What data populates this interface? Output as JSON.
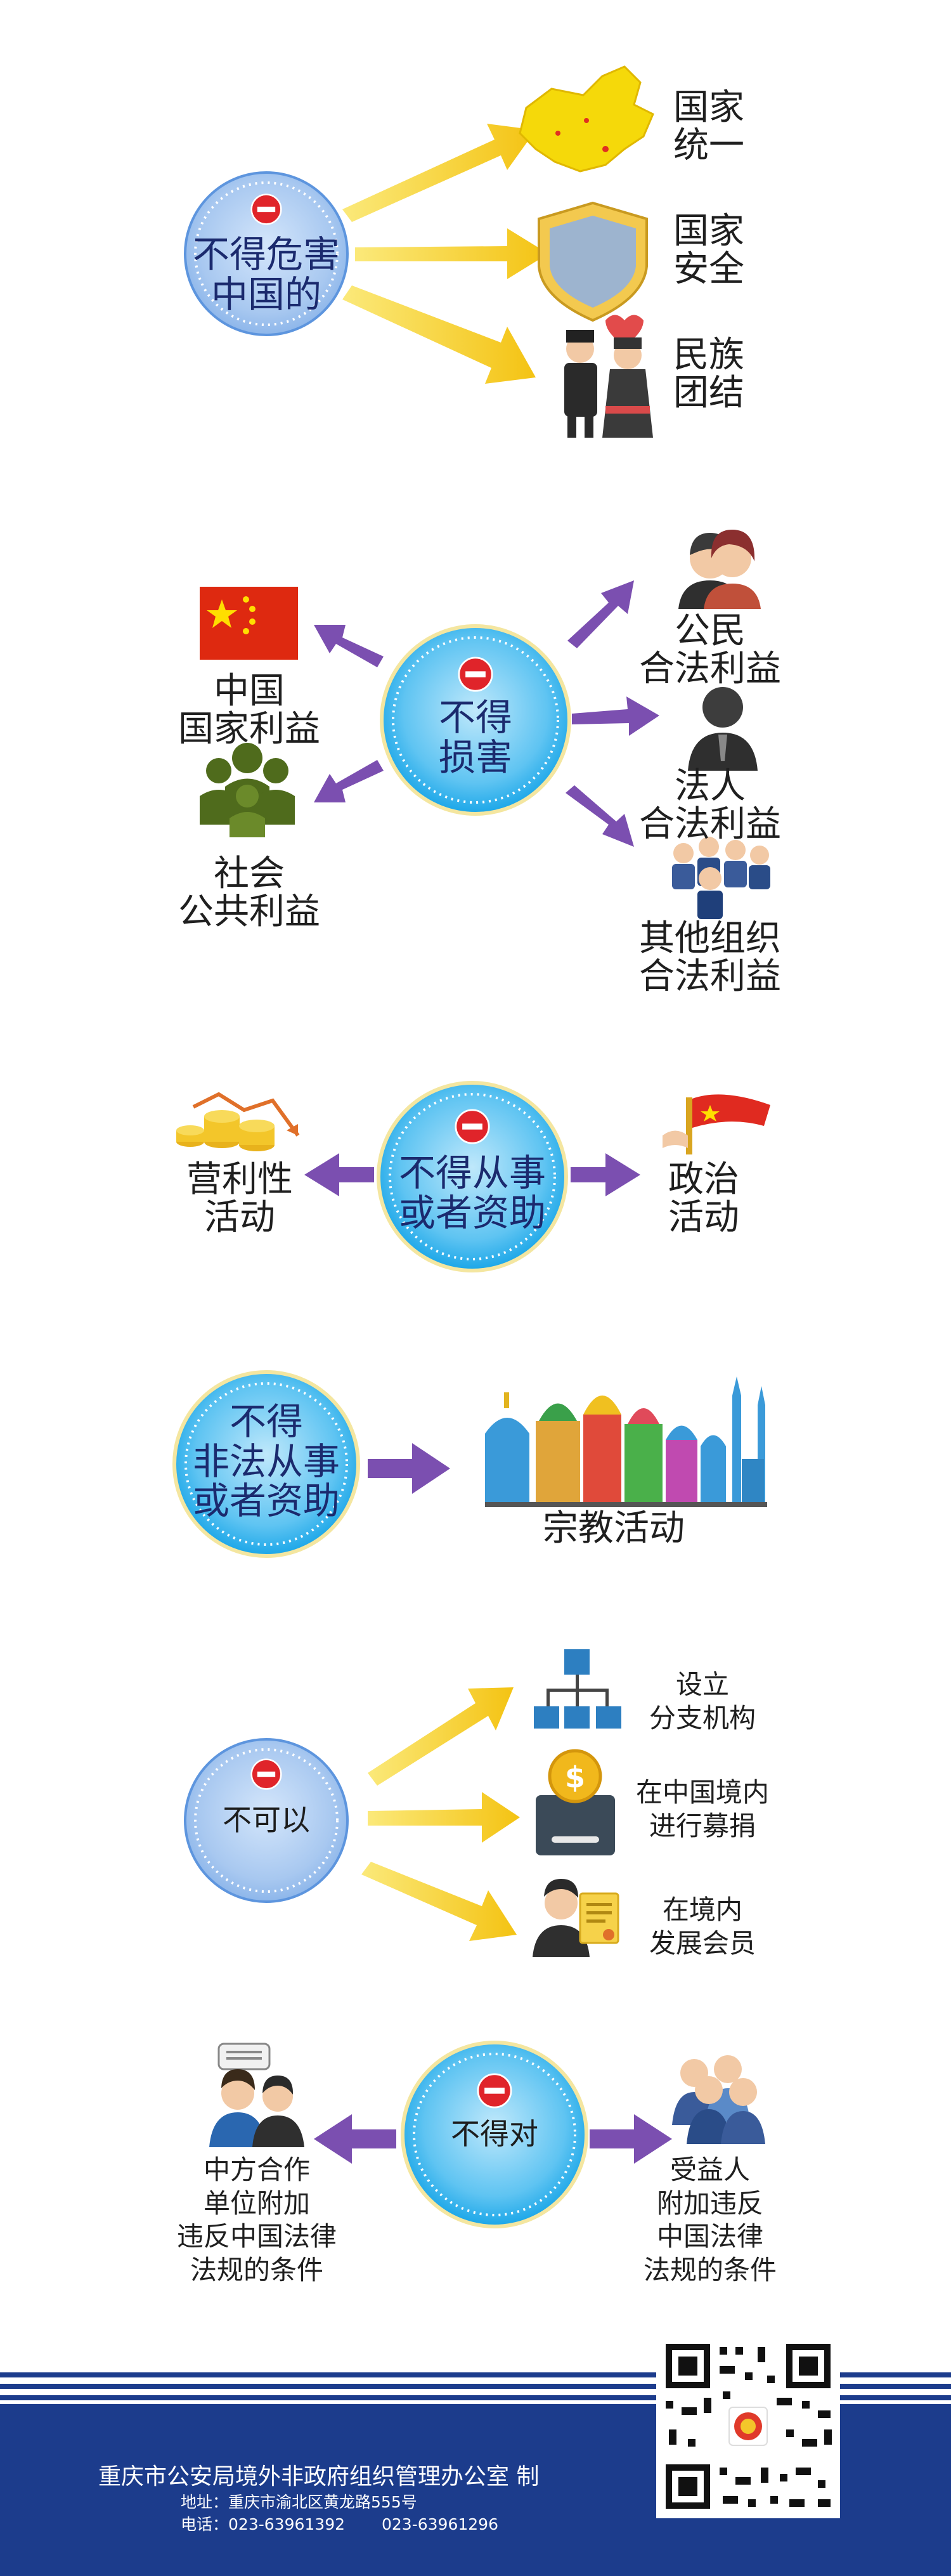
{
  "sections": [
    {
      "center": {
        "lines": [
          "不得危害",
          "中国的"
        ]
      },
      "targets": [
        {
          "lines": [
            "国家",
            "统一"
          ],
          "icon": "china-map-icon"
        },
        {
          "lines": [
            "国家",
            "安全"
          ],
          "icon": "shield-icon"
        },
        {
          "lines": [
            "民族",
            "团结"
          ],
          "icon": "ethnic-couple-icon"
        }
      ]
    },
    {
      "center": {
        "lines": [
          "不得",
          "损害"
        ]
      },
      "left_targets": [
        {
          "lines": [
            "中国",
            "国家利益"
          ],
          "icon": "china-flag-icon"
        },
        {
          "lines": [
            "社会",
            "公共利益"
          ],
          "icon": "crowd-icon"
        }
      ],
      "right_targets": [
        {
          "lines": [
            "公民",
            "合法利益"
          ],
          "icon": "citizens-icon"
        },
        {
          "lines": [
            "法人",
            "合法利益"
          ],
          "icon": "businessman-icon"
        },
        {
          "lines": [
            "其他组织",
            "合法利益"
          ],
          "icon": "team-icon"
        }
      ]
    },
    {
      "center": {
        "lines": [
          "不得从事",
          "或者资助"
        ]
      },
      "left_target": {
        "lines": [
          "营利性",
          "活动"
        ],
        "icon": "coins-chart-icon"
      },
      "right_target": {
        "lines": [
          "政治",
          "活动"
        ],
        "icon": "party-flag-icon"
      }
    },
    {
      "center": {
        "lines": [
          "不得",
          "非法从事",
          "或者资助"
        ]
      },
      "target": {
        "lines": [
          "宗教活动"
        ],
        "icon": "religious-buildings-icon"
      }
    },
    {
      "center": {
        "lines": [
          "不可以"
        ]
      },
      "targets": [
        {
          "lines": [
            "设立",
            "分支机构"
          ],
          "icon": "org-chart-icon"
        },
        {
          "lines": [
            "在中国境内",
            "进行募捐"
          ],
          "icon": "donation-box-icon"
        },
        {
          "lines": [
            "在境内",
            "发展会员"
          ],
          "icon": "member-certificate-icon"
        }
      ]
    },
    {
      "center": {
        "lines": [
          "不得对"
        ]
      },
      "left_target": {
        "lines": [
          "中方合作",
          "单位附加",
          "违反中国法律",
          "法规的条件"
        ],
        "icon": "partners-icon"
      },
      "right_target": {
        "lines": [
          "受益人",
          "附加违反",
          "中国法律",
          "法规的条件"
        ],
        "icon": "beneficiaries-icon"
      }
    }
  ],
  "footer": {
    "title": "重庆市公安局境外非政府组织管理办公室 制",
    "address": "地址：重庆市渝北区黄龙路555号",
    "phone_label": "电话：",
    "phones": [
      "023-63961392",
      "023-63961296"
    ]
  },
  "colors": {
    "circle_outer": "#1aa6e8",
    "circle_inner": "#8fd6f7",
    "circle_light": "#a8c8f0",
    "yellow_arrow": "#f7d21e",
    "purple_arrow": "#7b4fb0",
    "footer": "#1c3c8c",
    "no_sign": "#e0242a"
  }
}
